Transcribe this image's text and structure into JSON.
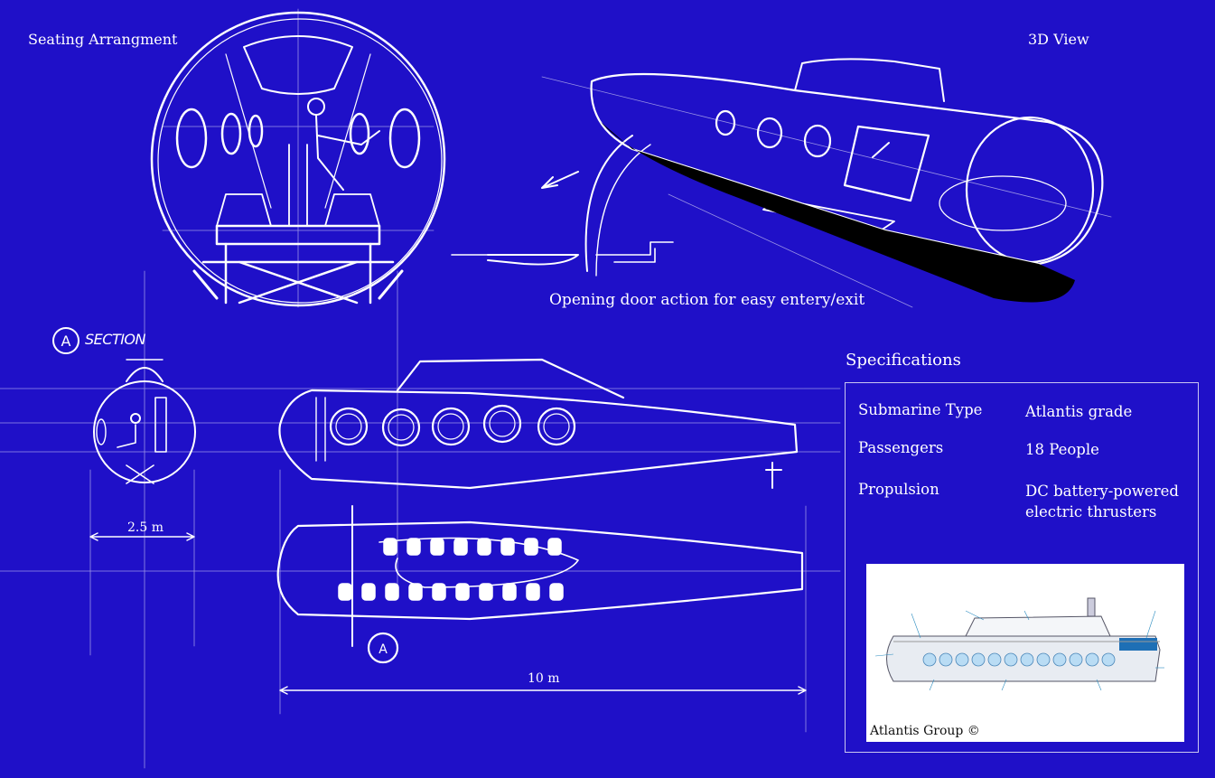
{
  "titles": {
    "seating": "Seating Arrangment",
    "view3d": "3D View",
    "door_caption": "Opening door action for easy entery/exit",
    "section": "SECTION",
    "section_marker": "A",
    "specifications": "Specifications"
  },
  "dimensions": {
    "width": "2.5 m",
    "length": "10 m"
  },
  "specs": [
    {
      "key": "Submarine Type",
      "value": "Atlantis grade"
    },
    {
      "key": "Passengers",
      "value": "18 People"
    },
    {
      "key": "Propulsion",
      "value": "DC battery-powered electric thrusters"
    }
  ],
  "photo": {
    "caption": "Atlantis Group ©"
  },
  "colors": {
    "background": "#1f10c8",
    "line": "#ffffff"
  }
}
